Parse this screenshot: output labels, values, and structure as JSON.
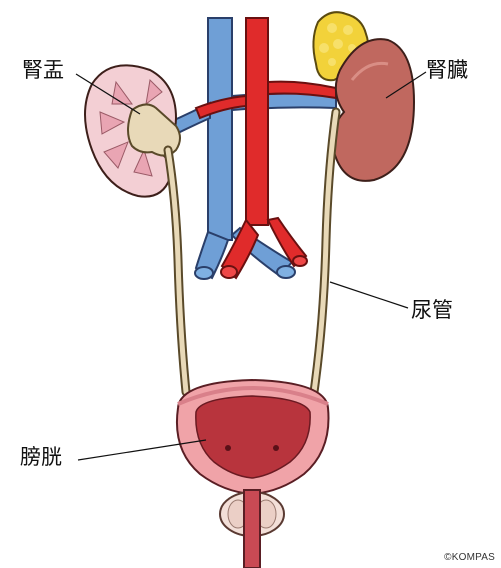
{
  "labels": {
    "renal_pelvis": "腎盂",
    "kidney": "腎臓",
    "ureter": "尿管",
    "bladder": "膀胱"
  },
  "credit": "©KOMPAS",
  "colors": {
    "vein": "#6f9fd6",
    "artery": "#e02b2b",
    "kidney": "#c0685f",
    "kidney_section": "#f3cfd4",
    "adrenal": "#f2d23a",
    "ureter": "#e8d9b8",
    "bladder_wall": "#f0a3a8",
    "bladder_lumen": "#b8343d"
  }
}
